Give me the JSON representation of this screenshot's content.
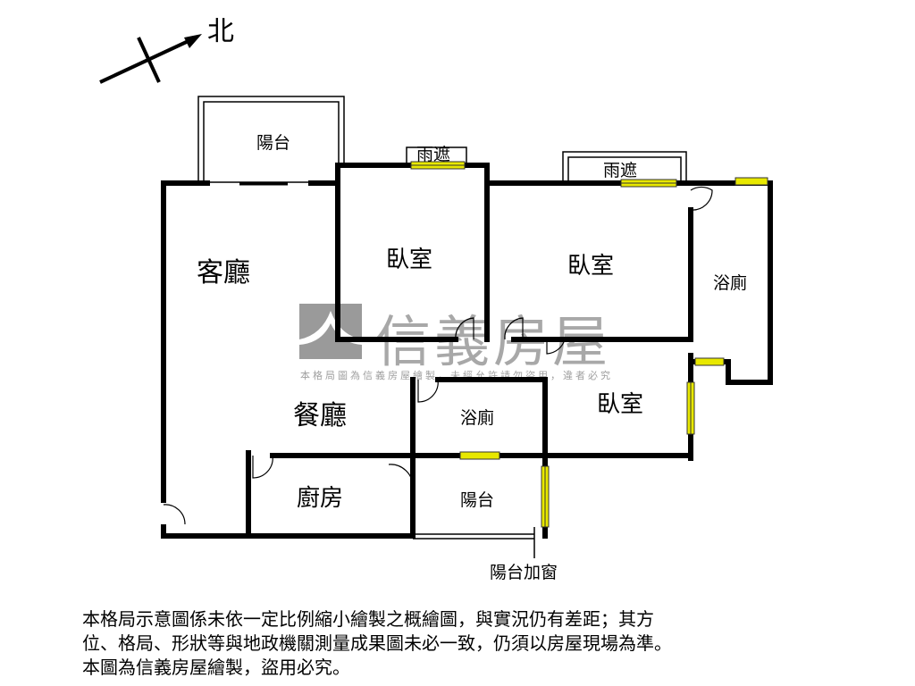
{
  "compass": {
    "label": "北"
  },
  "rooms": {
    "balcony_top": "陽台",
    "canopy_1": "雨遮",
    "canopy_2": "雨遮",
    "living_room": "客廳",
    "bedroom_1": "臥室",
    "bedroom_2": "臥室",
    "bedroom_3": "臥室",
    "bathroom_1": "浴廁",
    "bathroom_2": "浴廁",
    "dining_room": "餐廳",
    "kitchen": "廚房",
    "balcony_bottom": "陽台",
    "balcony_window_note": "陽台加窗"
  },
  "watermark": {
    "brand": "信義房屋",
    "subtitle": "本格局圖為信義房屋繪製，未經允許請勿盜用，違者必究"
  },
  "disclaimer": {
    "lines": [
      "本格局示意圖係未依一定比例縮小繪製之概繪圖，與實況仍有差距；其方",
      "位、格局、形狀等與地政機關測量成果圖未必一致，仍須以房屋現場為準。",
      "本圖為信義房屋繪製，盜用必究。"
    ]
  },
  "colors": {
    "wall": "#000000",
    "window": "#e8e800",
    "watermark": "#9a9a9a"
  }
}
